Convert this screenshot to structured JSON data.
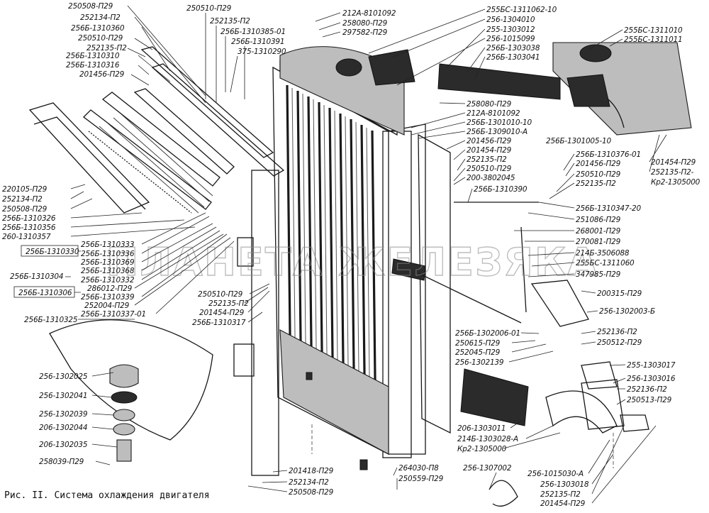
{
  "caption": "Рис. II. Система охлаждения двигателя",
  "watermark": "ПЛАНЕТА ЖЕЛЕЗЯКА",
  "labels_left_top": [
    "250508-П29",
    "252134-П2",
    "256Б-1310360",
    "250510-П29",
    "252135-П2",
    "256Б-1310310",
    "256Б-1310316",
    "201456-П29"
  ],
  "labels_top_center": [
    "250510-П29",
    "252135-П2",
    "256Б-1310385-01",
    "256Б-1310391",
    "375-1310290"
  ],
  "labels_top_right_center": [
    "212А-8101092",
    "258080-П29",
    "297582-П29"
  ],
  "labels_top_right": [
    "255БС-1311062-10",
    "256-1304010",
    "255-1303012",
    "256-1015099",
    "256Б-1303038",
    "256Б-1303041"
  ],
  "labels_far_right": [
    "255БС-1311010",
    "255БС-1311011"
  ],
  "labels_mid_center": [
    "258080-П29",
    "212А-8101092",
    "256Б-1301010-10",
    "256Б-1309010-А",
    "201456-П29",
    "201454-П29",
    "252135-П2",
    "250510-П29",
    "200-3802045",
    "256Б-1310390"
  ],
  "label_radiator": "256Б-1301005-10",
  "labels_right_cluster": [
    "201454-П29",
    "252135-П2-",
    "Кр2-1305000"
  ],
  "labels_right_mid": [
    "256Б-1310376-01",
    "201456-П29",
    "250510-П29",
    "252135-П2",
    "256Б-1310347-20",
    "251086-П29",
    "268001-П29",
    "270081-П29",
    "214Б-3506088",
    "255БС-1311060",
    "347985-П29"
  ],
  "labels_right_lower": [
    "200315-П29",
    "256-1302003-Б",
    "252136-П2",
    "250512-П29"
  ],
  "labels_left_mid": [
    "220105-П29",
    "252134-П2",
    "250508-П29",
    "256Б-1310326",
    "256Б-1310356",
    "260-1310357"
  ],
  "labels_left_list": [
    "256Б-1310333",
    "256Б-1310336",
    "256Б-1310369",
    "256Б-1310368",
    "256Б-1310332",
    "286012-П29",
    "256Б-1310339",
    "252004-П29",
    "256Б-1310337-01"
  ],
  "labels_left_boxes": [
    "256Б-1310330",
    "256Б-1310304",
    "256Б-1310306",
    "256Б-1310325"
  ],
  "labels_center_small": [
    "250510-П29",
    "252135-П2",
    "201454-П29",
    "256Б-1310317"
  ],
  "labels_fan": [
    "256-1302025",
    "256-1302041",
    "256-1302039",
    "206-1302044",
    "206-1302035",
    "258039-П29"
  ],
  "labels_center_lower": [
    "256Б-1302006-01",
    "250615-П29",
    "252045-П29",
    "256-1302139"
  ],
  "labels_right_bottom": [
    "255-1303017",
    "256-1303016",
    "252136-П2",
    "250513-П29"
  ],
  "labels_hose": [
    "206-1303011",
    "214Б-1303028-А",
    "Кр2-1305000"
  ],
  "labels_bottom_center": [
    "201418-П29",
    "252134-П2",
    "250508-П29"
  ],
  "labels_bottom_right": [
    "264030-П8",
    "250559-П29",
    "256-1307002",
    "256-1015030-А",
    "256-1303018",
    "252135-П2",
    "201454-П29"
  ]
}
